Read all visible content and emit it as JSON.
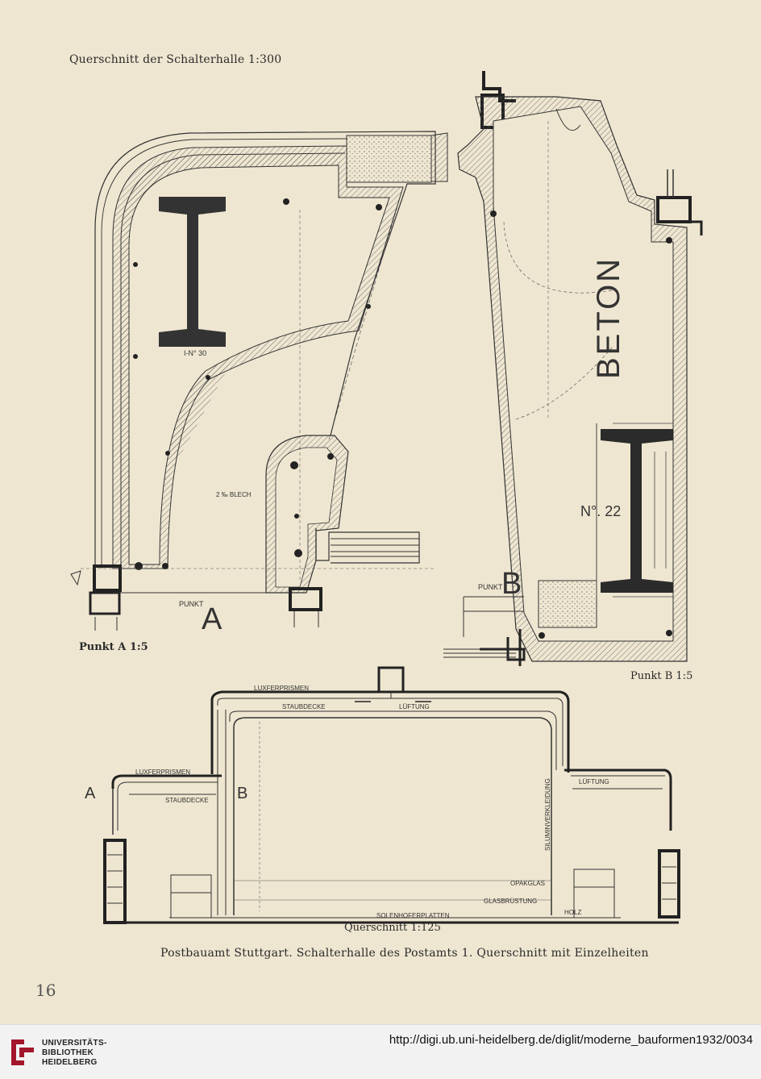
{
  "page": {
    "title": "Querschnitt der Schalterhalle 1:300",
    "punkt_a_caption": "Punkt A 1:5",
    "punkt_b_caption": "Punkt B 1:5",
    "section_caption": "Querschnitt 1:125",
    "figure_caption": "Postbauamt Stuttgart. Schalterhalle des Postamts 1. Querschnitt mit Einzelheiten",
    "page_number": "16"
  },
  "detail_a": {
    "letter": "A",
    "punkt": "PUNKT",
    "beam": "I-N° 30",
    "blech": "2 ‰ BLECH"
  },
  "detail_b": {
    "letter": "B",
    "punkt": "PUNKT",
    "material": "BETON",
    "beam": "N°. 22"
  },
  "section": {
    "luxfer_top": "LUXFERPRISMEN",
    "staub_top": "STAUBDECKE",
    "lueftung_top": "LÜFTUNG",
    "luxfer_left": "LUXFERPRISMEN",
    "staub_left": "STAUBDECKE",
    "lueftung_right": "LÜFTUNG",
    "silumin": "SILUMINVERKLEIDUNG",
    "opakglas": "OPAKGLAS",
    "glasbruestung": "GLASBRÜSTUNG",
    "holz": "HOLZ",
    "solnhofer": "SOLENHOFERPLATTEN",
    "mark_a": "A",
    "mark_b": "B"
  },
  "footer": {
    "library_line1": "UNIVERSITÄTS-",
    "library_line2": "BIBLIOTHEK",
    "library_line3": "HEIDELBERG",
    "url": "http://digi.ub.uni-heidelberg.de/diglit/moderne_bauformen1932/0034",
    "logo_icon": "ub-heidelberg-logo-icon",
    "logo_color": "#a3162c"
  }
}
